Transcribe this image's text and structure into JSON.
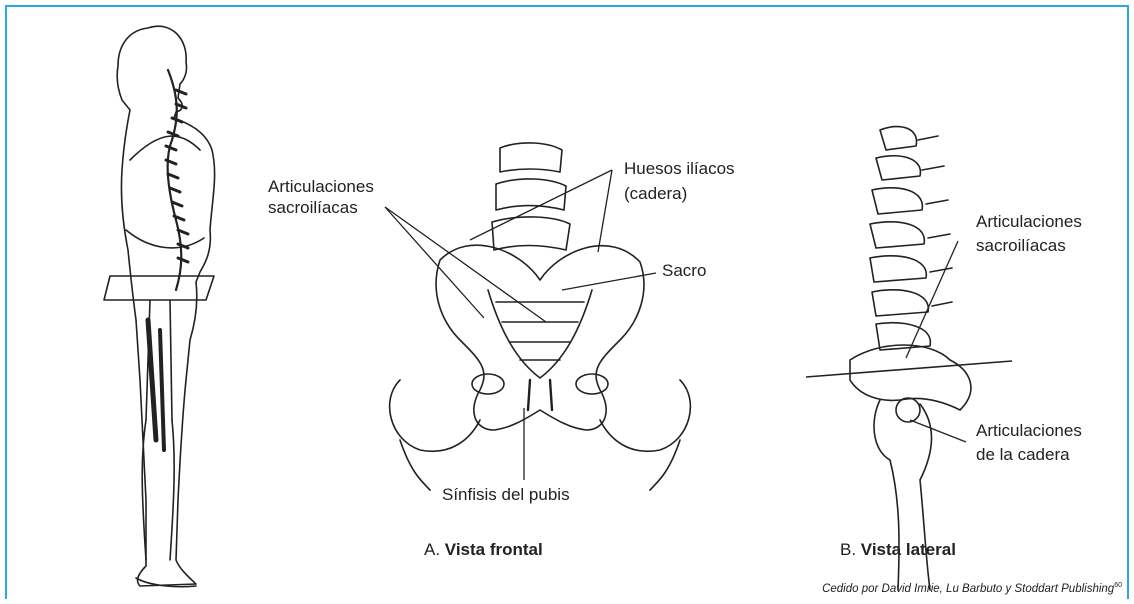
{
  "labels": {
    "sacroiliac_front_1": "Articulaciones",
    "sacroiliac_front_2": "sacroilíacas",
    "iliac_1": "Huesos ilíacos",
    "iliac_2": "(cadera)",
    "sacrum": "Sacro",
    "pubic_symphysis": "Sínfisis del pubis",
    "sacroiliac_lat_1": "Articulaciones",
    "sacroiliac_lat_2": "sacroilíacas",
    "hip_1": "Articulaciones",
    "hip_2": "de la cadera"
  },
  "captions": {
    "a_prefix": "A.",
    "a_title": "Vista frontal",
    "b_prefix": "B.",
    "b_title": "Vista lateral"
  },
  "credit": {
    "text": "Cedido por David Imrie, Lu Barbuto y Stoddart Publishing",
    "ref": "60"
  },
  "colors": {
    "frame": "#27aae1",
    "ink": "#222222"
  }
}
